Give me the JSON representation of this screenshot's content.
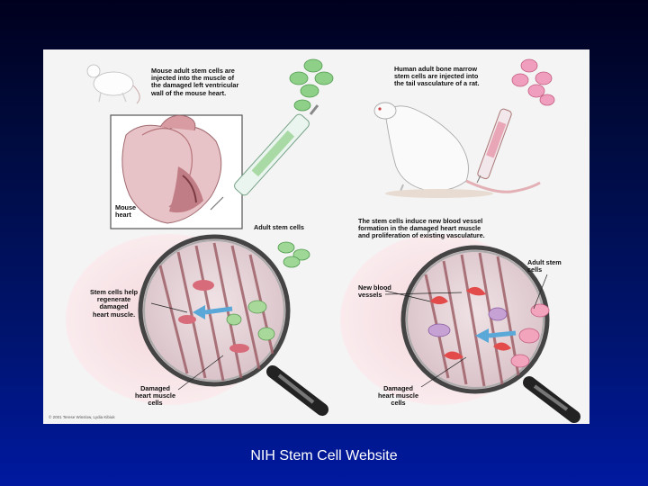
{
  "caption": "NIH Stem Cell Website",
  "figure": {
    "label_mouse_injection": "Mouse adult stem cells are\ninjected into the muscle of\nthe damaged left ventricular\nwall of the mouse heart.",
    "label_human_injection": "Human adult bone marrow\nstem cells are injected into\nthe tail vasculature of a rat.",
    "label_mouse_heart": "Mouse\nheart",
    "label_adult_stem_cells_left": "Adult stem cells",
    "label_vessel_formation": "The stem cells induce new blood vessel\nformation in the damaged heart muscle\nand proliferation of existing vasculature.",
    "label_stem_cells_help": "Stem cells help\nregenerate\ndamaged\nheart muscle.",
    "label_new_blood_vessels": "New blood\nvessels",
    "label_adult_stem_cells_right": "Adult stem\ncells",
    "label_damaged_cells_left": "Damaged\nheart muscle\ncells",
    "label_damaged_cells_right": "Damaged\nheart muscle\ncells",
    "copyright": "© 2001 Terese Winslow, Lydia Kibiuk"
  }
}
